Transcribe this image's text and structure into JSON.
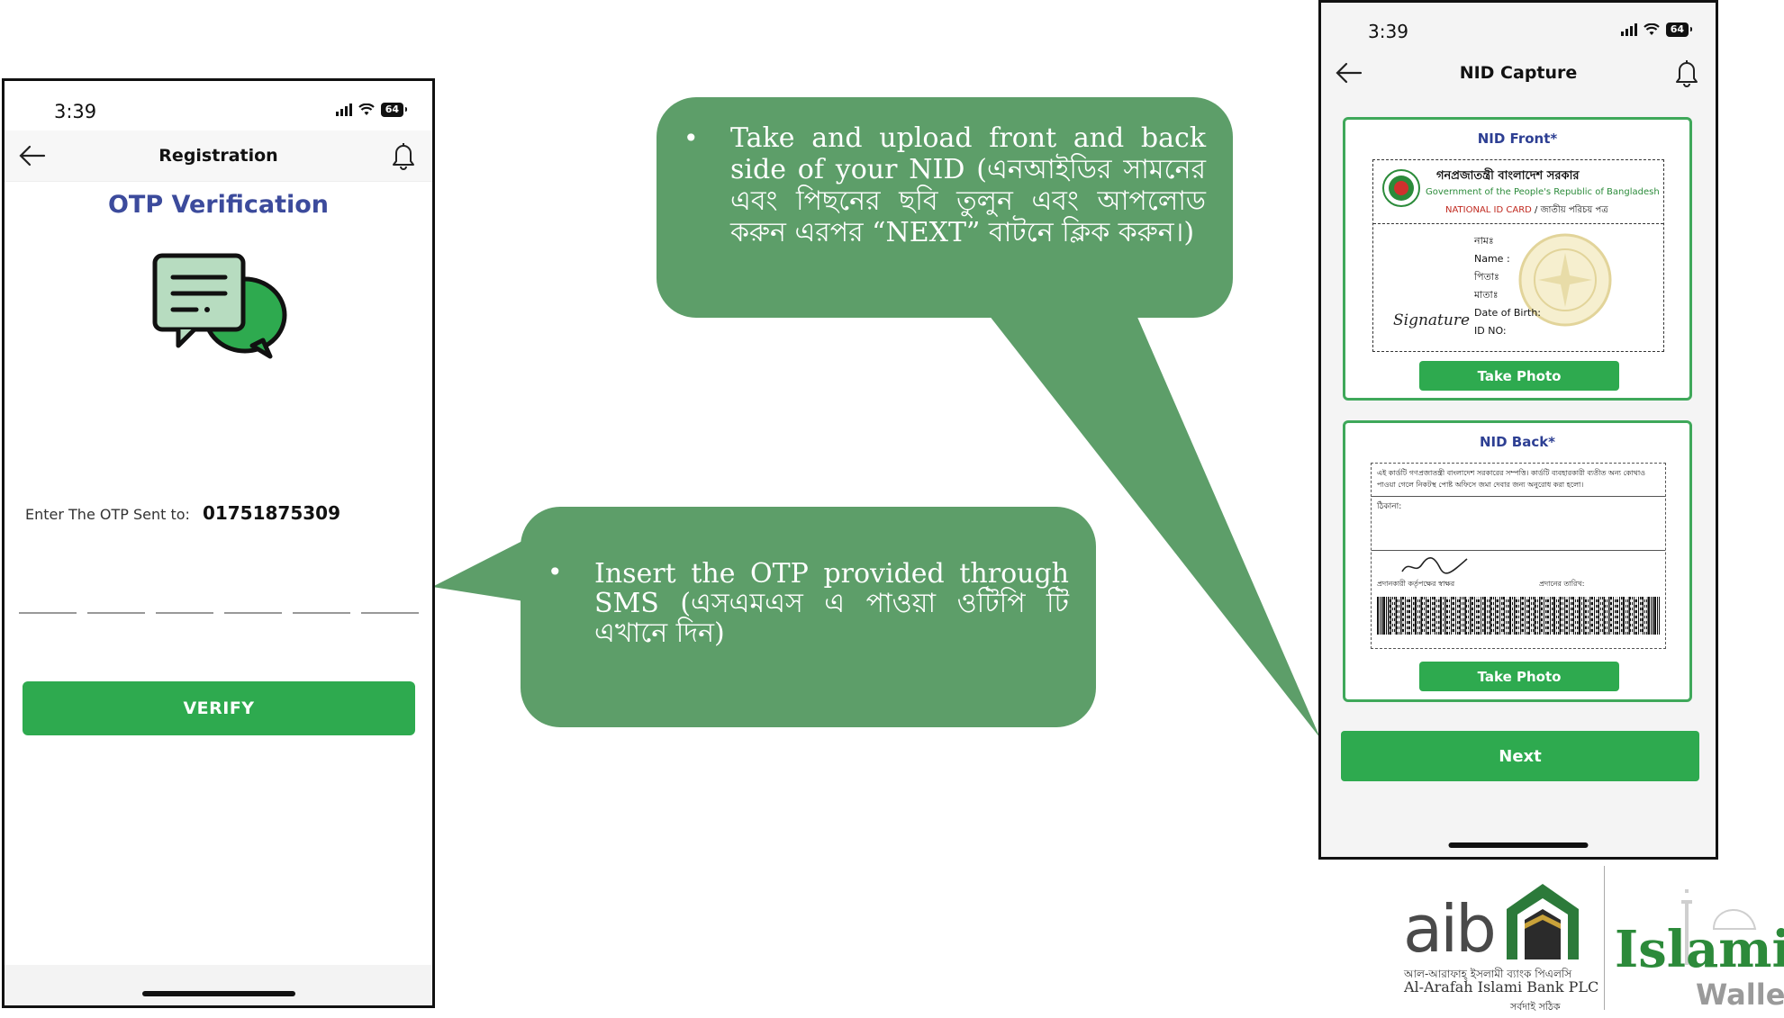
{
  "phone_otp": {
    "status_time": "3:39",
    "battery": "64",
    "nav_title": "Registration",
    "heading": "OTP Verification",
    "otp_label": "Enter The OTP Sent to:",
    "otp_phone": "01751875309",
    "otp_digits": [
      "",
      "",
      "",
      "",
      "",
      ""
    ],
    "verify_label": "VERIFY"
  },
  "phone_nid": {
    "status_time": "3:39",
    "battery": "64",
    "nav_title": "NID Capture",
    "front": {
      "title": "NID Front*",
      "take_photo": "Take Photo",
      "card_header_bn": "গনপ্রজাতন্ত্রী বাংলাদেশ সরকার",
      "card_header_en": "Government of the People's Republic of Bangladesh",
      "card_type_en": "NATIONAL ID CARD",
      "card_type_bn": " / জাতীয় পরিচয় পত্র",
      "fields": [
        "নামঃ",
        "Name :",
        "পিতাঃ",
        "মাতাঃ",
        "Date of Birth:",
        "ID NO:"
      ],
      "signature": "Signature"
    },
    "back": {
      "title": "NID Back*",
      "take_photo": "Take Photo",
      "note": "এই কার্ডটি গণপ্রজাতন্ত্রী বাংলাদেশ সরকারের সম্পত্তি। কার্ডটি ব্যবহারকারী ব্যতীত অন্য কোথাও পাওয়া গেলে নিকটস্থ পোষ্ট অফিসে জমা দেবার জন্য অনুরোধ করা হলো।",
      "address_label": "ঠিকানা:",
      "issuer_label": "প্রদানকারী কর্তৃপক্ষের স্বাক্ষর",
      "issue_date_label": "প্রদানের তারিখ:"
    },
    "next_label": "Next"
  },
  "callouts": {
    "otp": "Insert the OTP provided through SMS (এসএমএস এ পাওয়া ওটিপি টি এখানে দিন)",
    "nid": "Take and upload front and back side of your NID (এনআইডির সামনের এবং পিছনের ছবি তুলুন এবং আপলোড করুন এরপর “NEXT” বাটনে ক্লিক করুন।)",
    "bullet": "•"
  },
  "logos": {
    "aib": "aib",
    "aib_bangla": "আল-আরাফাহ্ ইসলামী ব্যাংক পিএলসি",
    "aib_english": "Al-Arafah Islami Bank PLC",
    "aib_tagline": "সর্বদাই সঠিক",
    "islamic_wallet": "Islamic",
    "wallet": "Wallet"
  },
  "colors": {
    "accent_green": "#2eaa4f",
    "callout_green": "#5d9e69",
    "heading_blue": "#3c4b9c"
  },
  "icons": [
    "back-arrow-icon",
    "bell-icon",
    "chat-bubbles-icon",
    "signal-icon",
    "wifi-icon",
    "battery-icon"
  ]
}
